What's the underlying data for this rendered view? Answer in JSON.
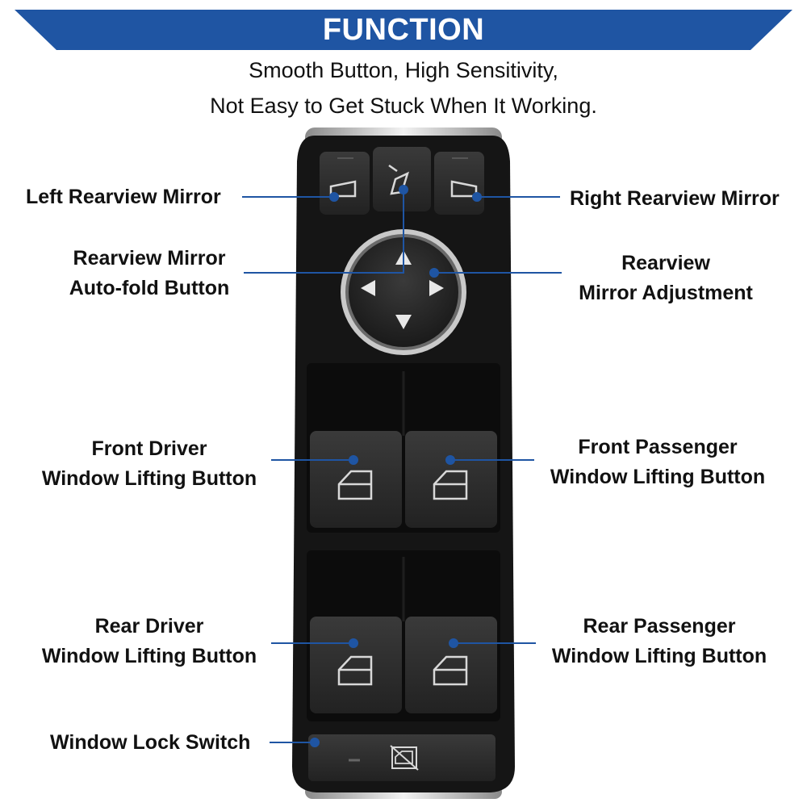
{
  "banner": {
    "title": "FUNCTION",
    "color": "#1f55a3"
  },
  "subtitle": {
    "line1": "Smooth Button, High Sensitivity,",
    "line2": "Not Easy to Get Stuck When It Working."
  },
  "callouts": {
    "left_mirror": "Left Rearview Mirror",
    "right_mirror": "Right Rearview Mirror",
    "autofold_line1": "Rearview Mirror",
    "autofold_line2": "Auto-fold Button",
    "adjust_line1": "Rearview",
    "adjust_line2": "Mirror Adjustment",
    "front_driver_line1": "Front Driver",
    "front_driver_line2": "Window Lifting Button",
    "front_passenger_line1": "Front Passenger",
    "front_passenger_line2": "Window Lifting Button",
    "rear_driver_line1": "Rear Driver",
    "rear_driver_line2": "Window Lifting Button",
    "rear_passenger_line1": "Rear Passenger",
    "rear_passenger_line2": "Window Lifting Button",
    "window_lock": "Window Lock Switch"
  },
  "colors": {
    "leader_line": "#1f55a3",
    "panel": "#151515",
    "button": "#2a2a2a",
    "icon": "#d8d8d8",
    "chrome": "#c9c9c9"
  },
  "icons": {
    "left_mirror": "mirror-left-icon",
    "right_mirror": "mirror-right-icon",
    "autofold": "mirror-fold-icon",
    "arrows": [
      "arrow-up-icon",
      "arrow-left-icon",
      "arrow-right-icon",
      "arrow-down-icon"
    ],
    "window": "window-icon",
    "lock": "window-lock-icon"
  }
}
